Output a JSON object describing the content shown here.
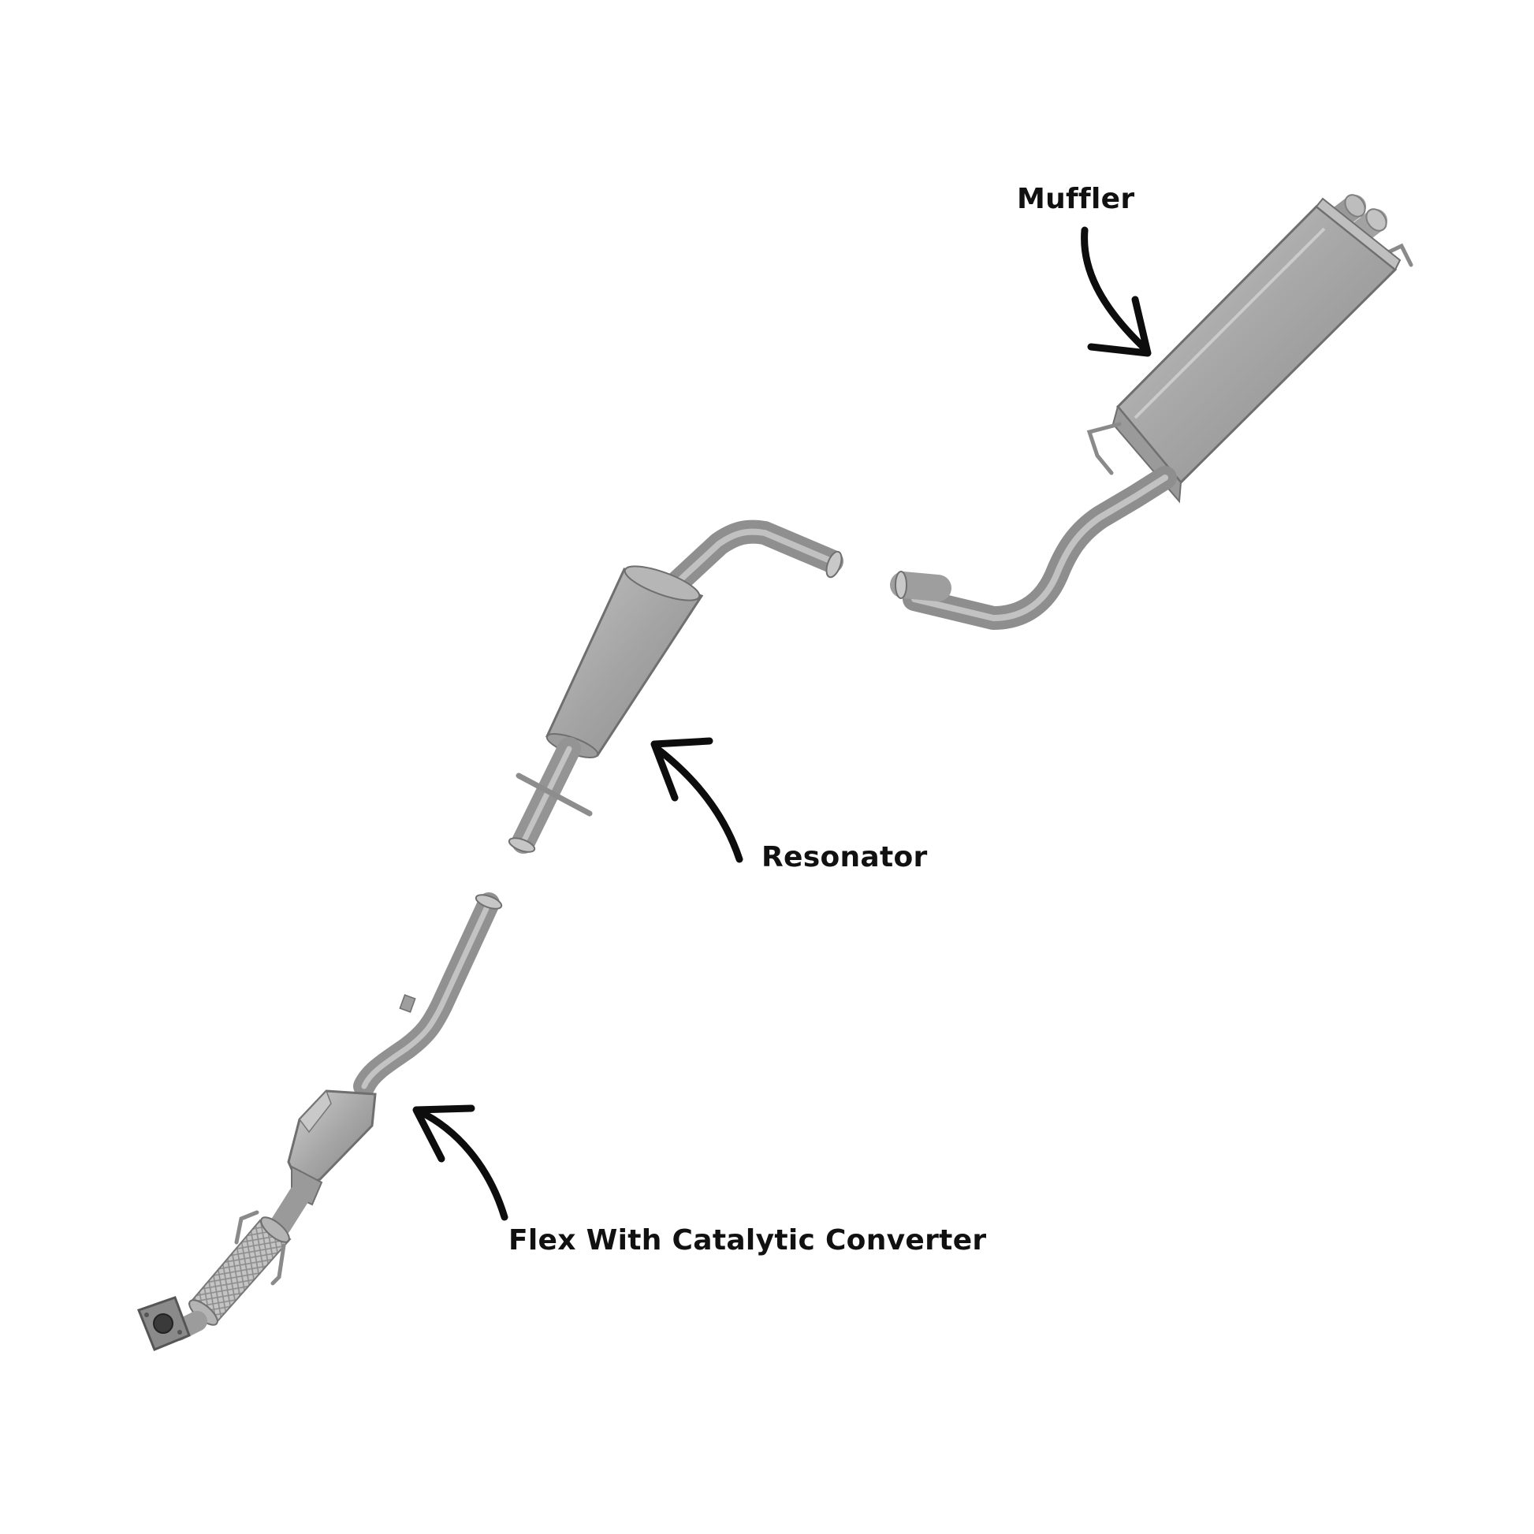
{
  "labels": {
    "muffler": "Muffler",
    "resonator": "Resonator",
    "flex": "Flex With Catalytic Converter"
  },
  "colors": {
    "background": "#ffffff",
    "text": "#111111",
    "arrow": "#0d0d0d",
    "metal_dark": "#7d7d7d",
    "metal_mid": "#a9a9a9",
    "metal_light": "#d2d2d2"
  },
  "icons": {
    "arrow": "curved-arrow-icon"
  }
}
